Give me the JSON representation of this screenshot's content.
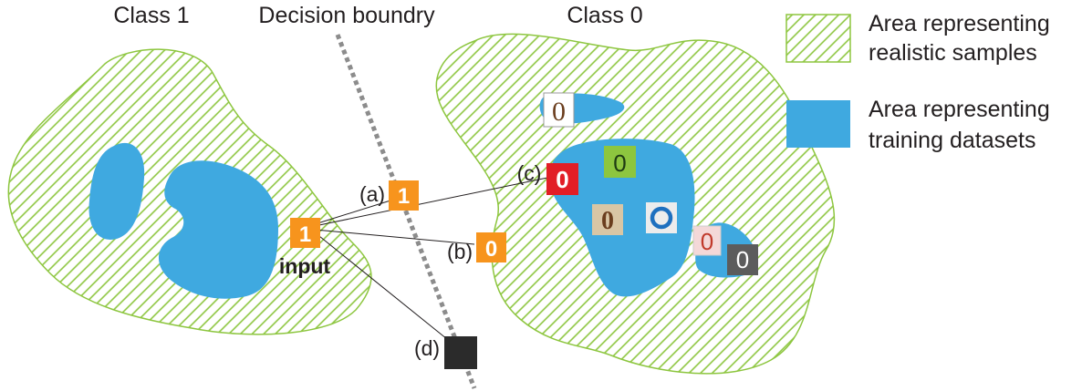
{
  "labels": {
    "class1": "Class 1",
    "decision": "Decision boundry",
    "class0": "Class 0",
    "input": "input",
    "a": "(a)",
    "b": "(b)",
    "c": "(c)",
    "d": "(d)"
  },
  "legend": {
    "realistic": [
      "Area representing",
      "realistic samples"
    ],
    "training": [
      "Area representing",
      "training datasets"
    ]
  },
  "digits": {
    "input": "1",
    "a": "1",
    "b": "0",
    "c": "0",
    "top": "0",
    "green": "0",
    "brown": "0",
    "blue": "0",
    "pink": "0",
    "gray": "0"
  },
  "colors": {
    "hatch": "#8dc63f",
    "training": "#3fa9e0",
    "orange": "#f7941d",
    "boundary": "#8c8c8c",
    "text": "#231f20"
  }
}
